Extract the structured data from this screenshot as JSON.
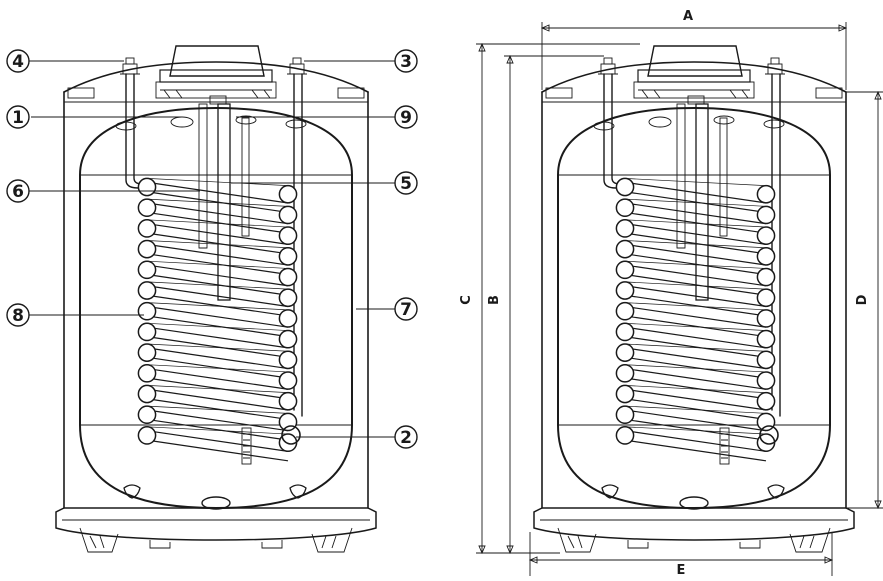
{
  "callouts": [
    {
      "id": "1",
      "label": "1"
    },
    {
      "id": "2",
      "label": "2"
    },
    {
      "id": "3",
      "label": "3"
    },
    {
      "id": "4",
      "label": "4"
    },
    {
      "id": "5",
      "label": "5"
    },
    {
      "id": "6",
      "label": "6"
    },
    {
      "id": "7",
      "label": "7"
    },
    {
      "id": "8",
      "label": "8"
    },
    {
      "id": "9",
      "label": "9"
    }
  ],
  "dimensions": {
    "A": "A",
    "B": "B",
    "C": "C",
    "D": "D",
    "E": "E"
  },
  "colors": {
    "line": "#1a1a1a",
    "coil_fill": "#ffffff",
    "background": "#ffffff"
  },
  "coil_turns": 13
}
